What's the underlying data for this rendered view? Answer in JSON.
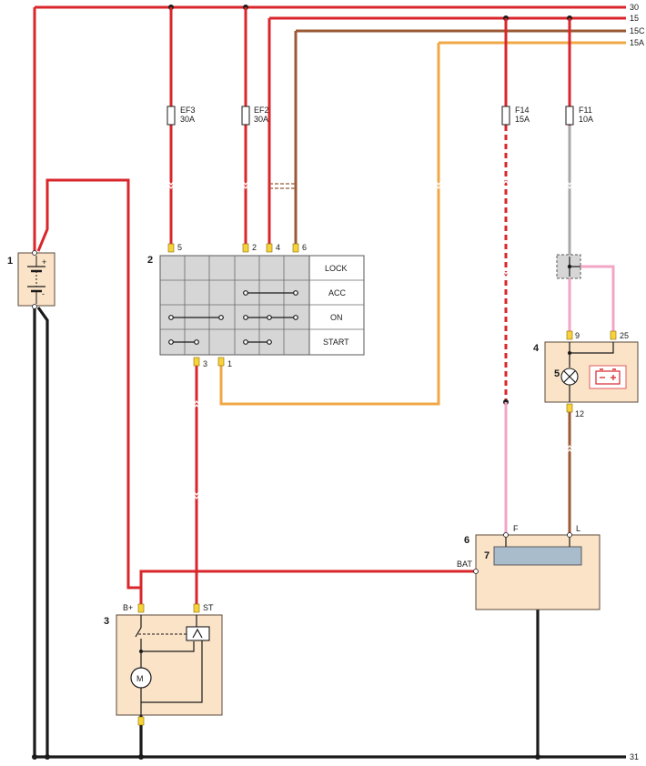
{
  "buses": [
    "30",
    "15",
    "15C",
    "15A",
    "31"
  ],
  "fuses": [
    {
      "name": "EF3",
      "rating": "30A"
    },
    {
      "name": "EF2",
      "rating": "30A"
    },
    {
      "name": "F14",
      "rating": "15A"
    },
    {
      "name": "F11",
      "rating": "10A"
    }
  ],
  "components": [
    "1",
    "2",
    "3",
    "4",
    "5",
    "6",
    "7"
  ],
  "battery": {
    "plus": "+",
    "minus": "-"
  },
  "ignition_switch": {
    "pins_top": [
      "5",
      "2",
      "4",
      "6"
    ],
    "pins_bottom": [
      "3",
      "1"
    ],
    "positions": [
      "LOCK",
      "ACC",
      "ON",
      "START"
    ]
  },
  "starter": {
    "pin_bplus": "B+",
    "pin_st": "ST",
    "motor": "M"
  },
  "cluster": {
    "pin_left": "9",
    "pin_right": "25",
    "pin_bottom": "12"
  },
  "alternator": {
    "pin_f": "F",
    "pin_l": "L",
    "pin_bat": "BAT"
  },
  "colors": {
    "red": "#d9262b",
    "black": "#1a1a1a",
    "brown": "#9b5a34",
    "orange": "#f0a847",
    "pink": "#f2a5c4",
    "grey": "#a8a8a8",
    "box": "#fbe3c8"
  }
}
